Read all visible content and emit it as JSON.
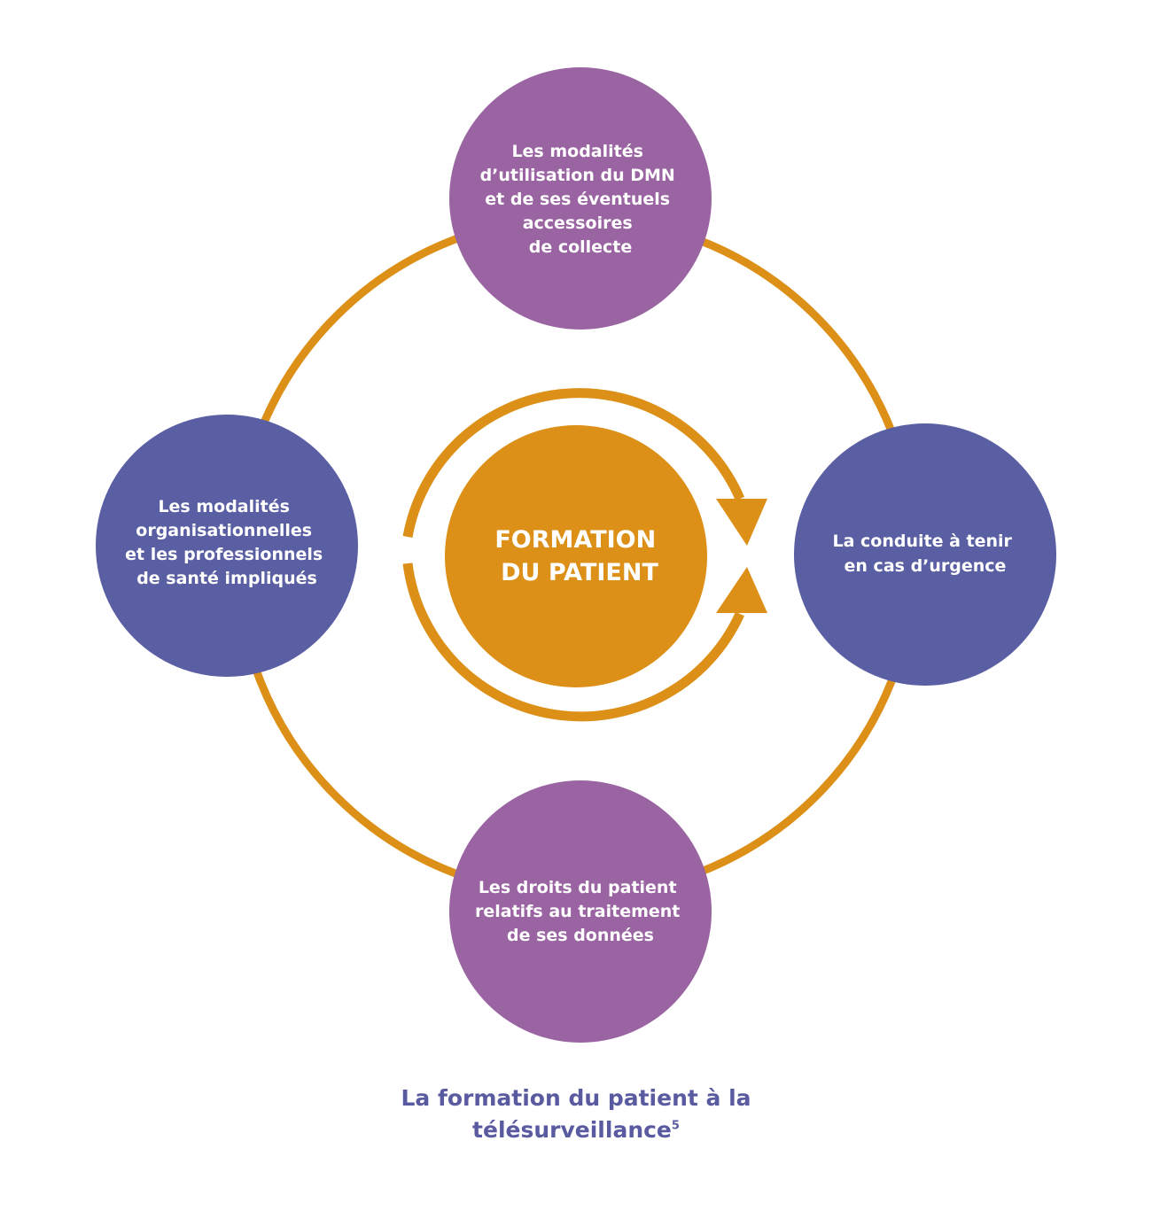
{
  "colors": {
    "ring": "#dc9018",
    "center": "#dc9018",
    "purple_node": "#9a64a2",
    "blue_node": "#5a5ea2",
    "caption": "#5a5aa0"
  },
  "center": {
    "lines": [
      "FORMATION",
      "DU PATIENT"
    ]
  },
  "nodes": {
    "top": {
      "lines": [
        "Les modalités",
        "d’utilisation du DMN",
        "et de ses éventuels",
        "accessoires",
        "de collecte"
      ]
    },
    "left": {
      "lines": [
        "Les modalités",
        "organisationnelles",
        "et les professionnels",
        "de santé impliqués"
      ]
    },
    "right": {
      "lines": [
        "La conduite à tenir",
        "en cas d’urgence"
      ]
    },
    "bottom": {
      "lines": [
        "Les droits du patient",
        "relatifs au traitement",
        "de ses données"
      ]
    }
  },
  "caption": {
    "line1": "La formation du patient à la",
    "line2": "télésurveillance",
    "footnote": "5"
  }
}
